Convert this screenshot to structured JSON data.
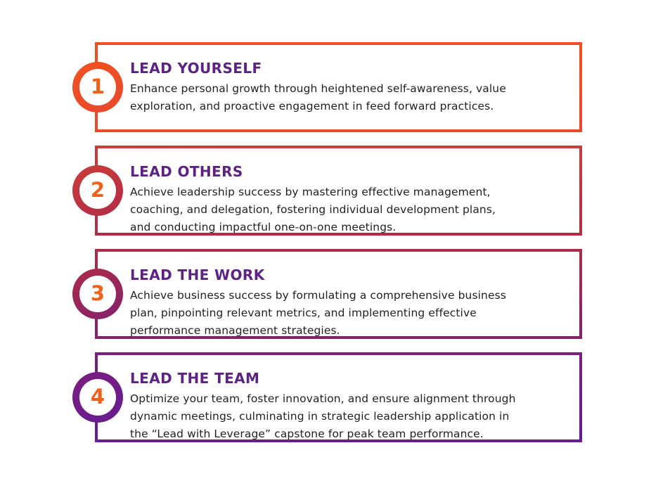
{
  "colors": {
    "background": "#ffffff",
    "title": "#5C2383",
    "number": "#F2611C",
    "description_text": "#231F20"
  },
  "steps": [
    {
      "number": "1",
      "title": "LEAD YOURSELF",
      "description": "Enhance personal growth through heightened self-awareness, value\nexploration, and proactive engagement in feed forward practices.",
      "border_top": "#F1511F",
      "border_bottom": "#E8482C"
    },
    {
      "number": "2",
      "title": "LEAD OTHERS",
      "description": "Achieve leadership success by mastering effective management,\ncoaching, and delegation, fostering individual development plans,\nand conducting impactful one-on-one meetings.",
      "border_top": "#C93D39",
      "border_bottom": "#B22C46"
    },
    {
      "number": "3",
      "title": "LEAD THE WORK",
      "description": "Achieve business success by formulating a comprehensive business\nplan, pinpointing relevant metrics, and implementing effective\nperformance management strategies.",
      "border_top": "#AE2B48",
      "border_bottom": "#83216C"
    },
    {
      "number": "4",
      "title": "LEAD THE TEAM",
      "description": "Optimize your team, foster innovation, and ensure alignment through\ndynamic meetings, culminating in strategic leadership application in\nthe “Lead with Leverage” capstone for peak team performance.",
      "border_top": "#7B1E7F",
      "border_bottom": "#661C93"
    }
  ]
}
